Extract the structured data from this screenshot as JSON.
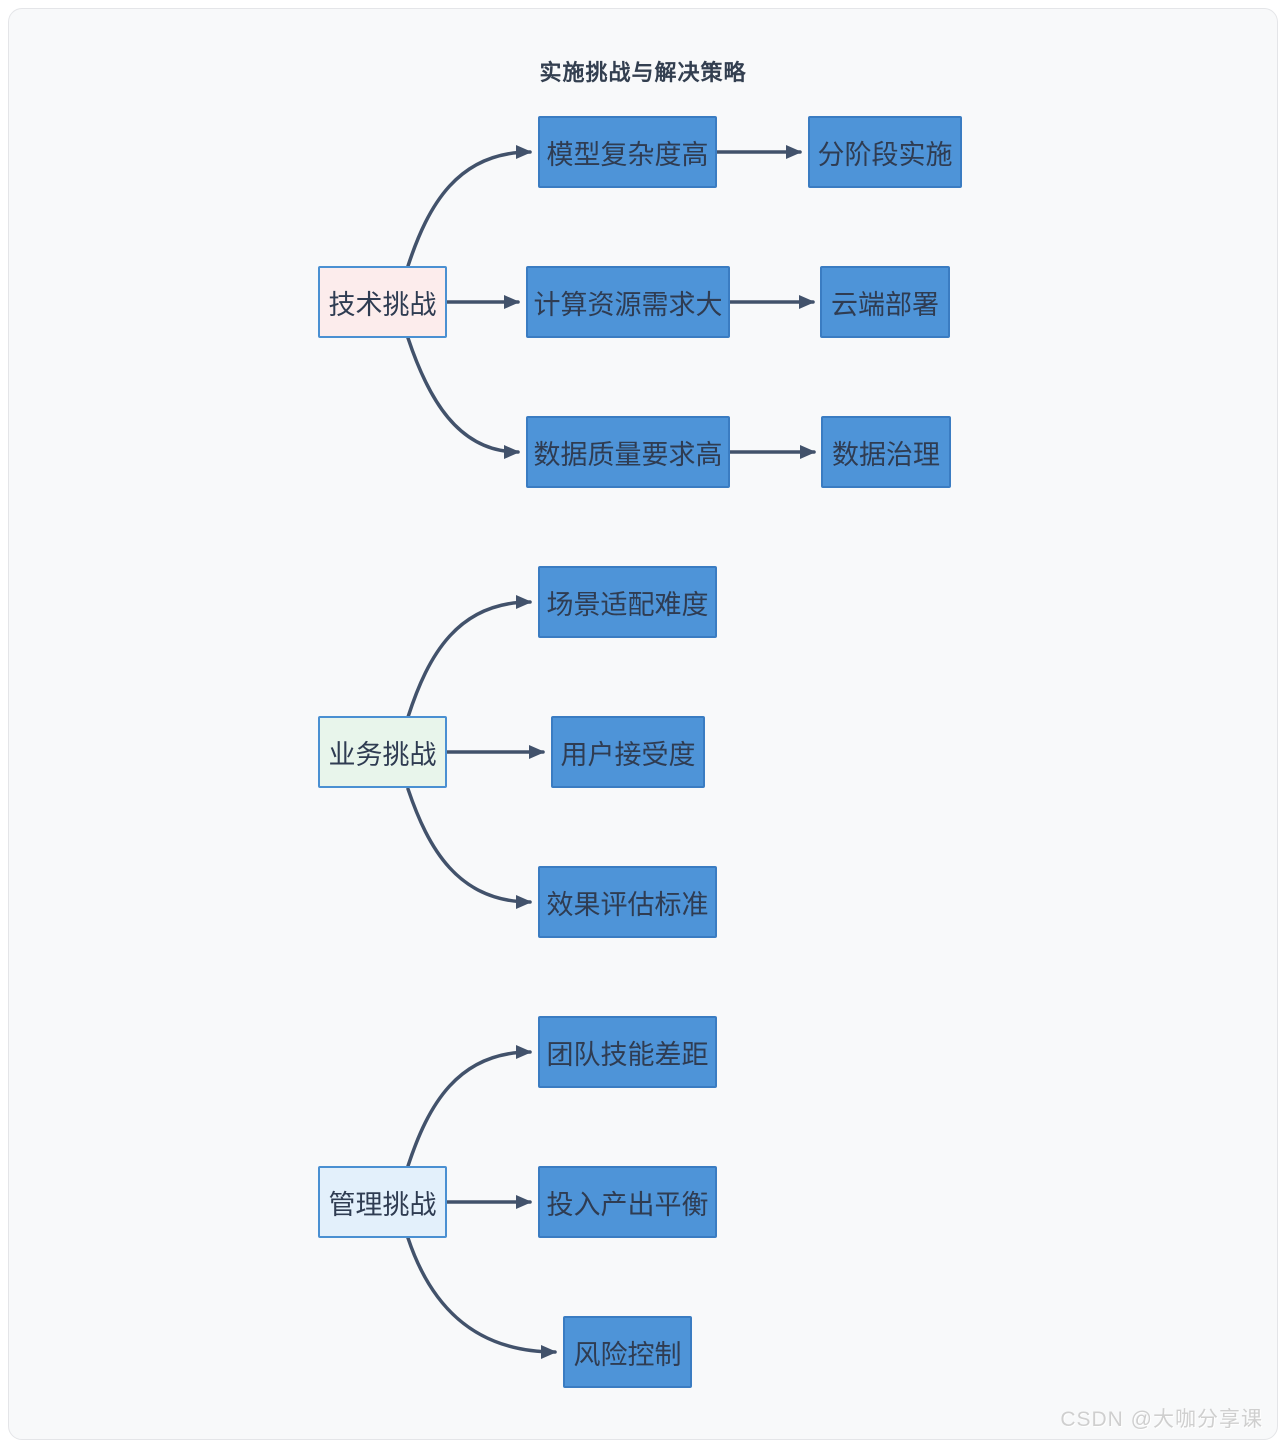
{
  "title": "实施挑战与解决策略",
  "watermark": "CSDN @大咖分享课",
  "colors": {
    "canvas_bg": "#f8f9fa",
    "node_blue_fill": "#4e94d8",
    "node_blue_border": "#3a7cc2",
    "category_tech_fill": "#fcecec",
    "category_biz_fill": "#e8f5eb",
    "category_mgmt_fill": "#e3f0fb",
    "category_border": "#4a90d2",
    "edge_color": "#42526b",
    "node_text": "#2f3c52",
    "title_text": "#333f50",
    "watermark_text": "#cfcfcf"
  },
  "nodes": {
    "tech": {
      "label": "技术挑战"
    },
    "t1": {
      "label": "模型复杂度高"
    },
    "t1s": {
      "label": "分阶段实施"
    },
    "t2": {
      "label": "计算资源需求大"
    },
    "t2s": {
      "label": "云端部署"
    },
    "t3": {
      "label": "数据质量要求高"
    },
    "t3s": {
      "label": "数据治理"
    },
    "biz": {
      "label": "业务挑战"
    },
    "b1": {
      "label": "场景适配难度"
    },
    "b2": {
      "label": "用户接受度"
    },
    "b3": {
      "label": "效果评估标准"
    },
    "mgmt": {
      "label": "管理挑战"
    },
    "m1": {
      "label": "团队技能差距"
    },
    "m2": {
      "label": "投入产出平衡"
    },
    "m3": {
      "label": "风险控制"
    }
  },
  "edges": [
    {
      "from": "tech",
      "to": "t1"
    },
    {
      "from": "tech",
      "to": "t2"
    },
    {
      "from": "tech",
      "to": "t3"
    },
    {
      "from": "t1",
      "to": "t1s"
    },
    {
      "from": "t2",
      "to": "t2s"
    },
    {
      "from": "t3",
      "to": "t3s"
    },
    {
      "from": "biz",
      "to": "b1"
    },
    {
      "from": "biz",
      "to": "b2"
    },
    {
      "from": "biz",
      "to": "b3"
    },
    {
      "from": "mgmt",
      "to": "m1"
    },
    {
      "from": "mgmt",
      "to": "m2"
    },
    {
      "from": "mgmt",
      "to": "m3"
    }
  ]
}
